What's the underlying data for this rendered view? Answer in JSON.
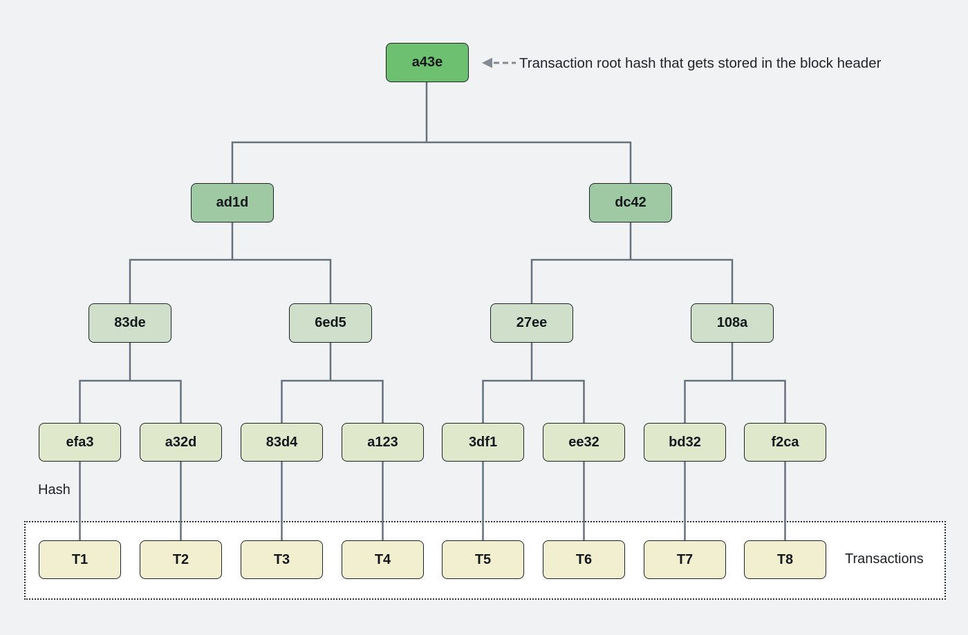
{
  "diagram": {
    "annotation": "Transaction root hash that gets stored in the block header",
    "hash_label": "Hash",
    "transactions_label": "Transactions",
    "root": {
      "label": "a43e"
    },
    "level2": [
      {
        "label": "ad1d"
      },
      {
        "label": "dc42"
      }
    ],
    "level3": [
      {
        "label": "83de"
      },
      {
        "label": "6ed5"
      },
      {
        "label": "27ee"
      },
      {
        "label": "108a"
      }
    ],
    "leaf_hashes": [
      {
        "label": "efa3"
      },
      {
        "label": "a32d"
      },
      {
        "label": "83d4"
      },
      {
        "label": "a123"
      },
      {
        "label": "3df1"
      },
      {
        "label": "ee32"
      },
      {
        "label": "bd32"
      },
      {
        "label": "f2ca"
      }
    ],
    "transactions": [
      {
        "label": "T1"
      },
      {
        "label": "T2"
      },
      {
        "label": "T3"
      },
      {
        "label": "T4"
      },
      {
        "label": "T5"
      },
      {
        "label": "T6"
      },
      {
        "label": "T7"
      },
      {
        "label": "T8"
      }
    ],
    "colors": {
      "background": "#f1f2f3",
      "root_fill": "#6cc06f",
      "level2_fill": "#9ec9a3",
      "level3_fill": "#cfdfc9",
      "leaf_fill": "#dfe8cb",
      "transaction_fill": "#f1efcf",
      "node_border": "#1b2126",
      "connector": "#66717e",
      "arrow": "#828b93"
    }
  }
}
